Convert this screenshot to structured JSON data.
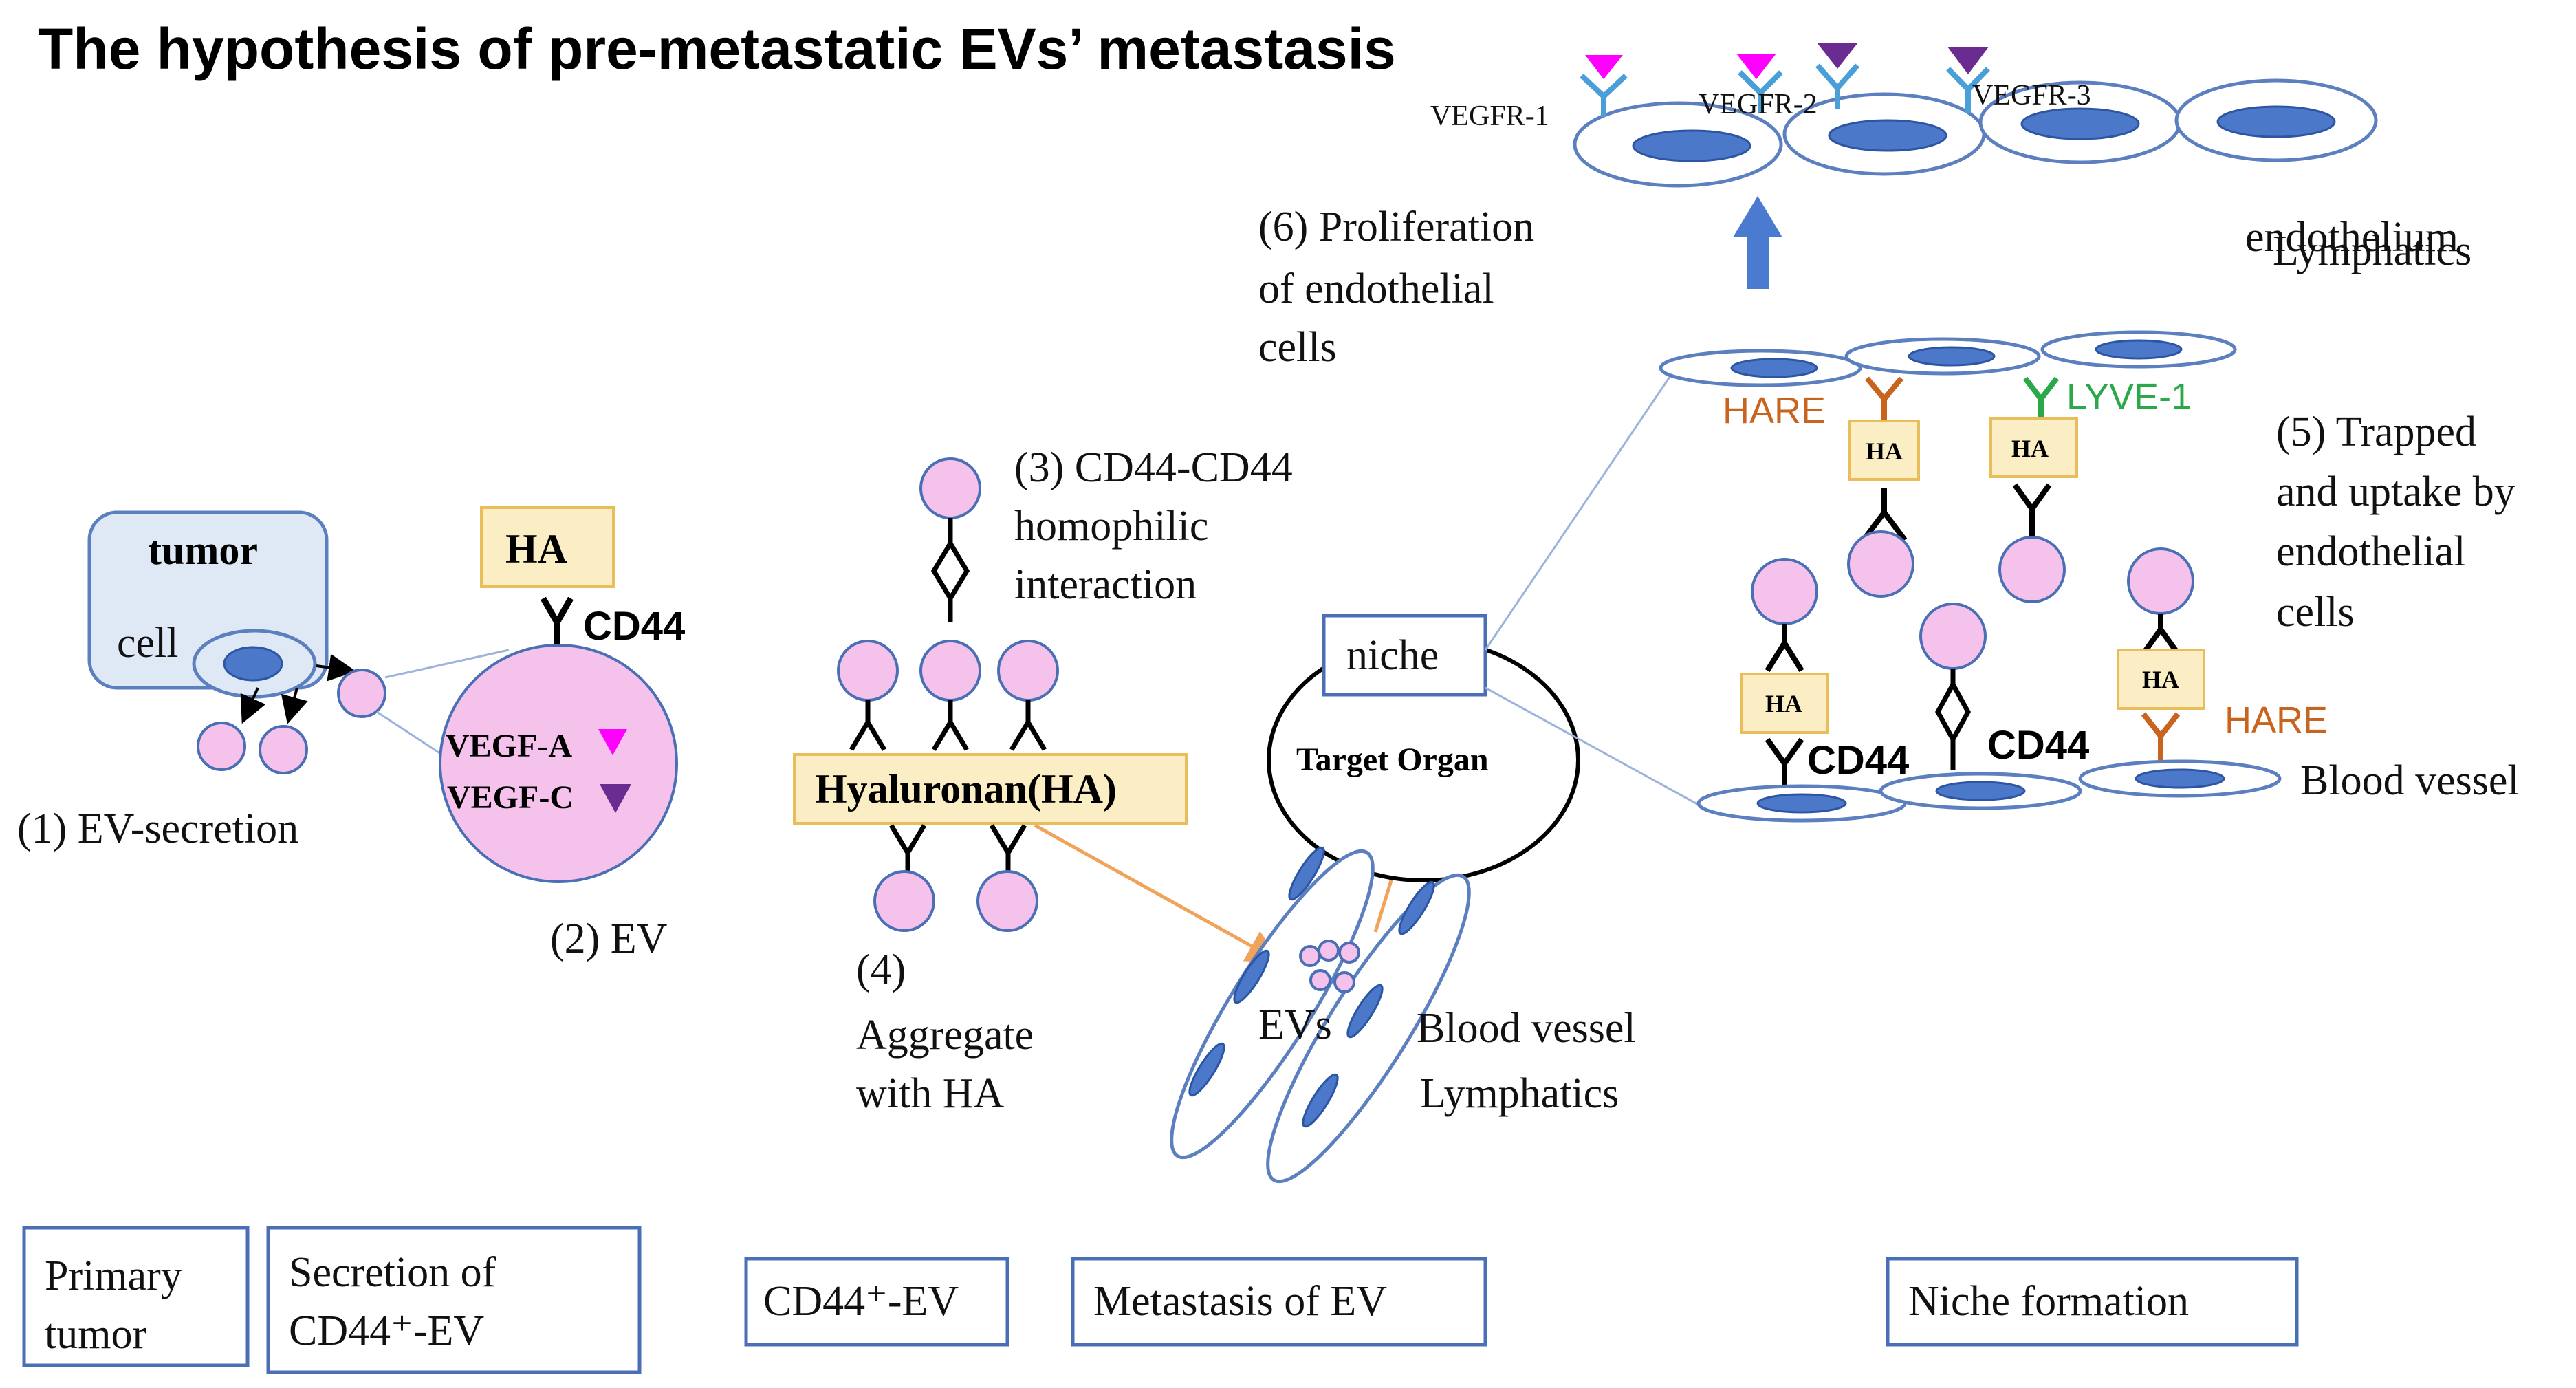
{
  "title": "The hypothesis of pre-metastatic EVs’ metastasis",
  "tumor": {
    "label": "tumor",
    "cell_label": "cell"
  },
  "steps": {
    "s1": "(1) EV-secretion",
    "s2": "(2) EV",
    "s3": [
      "(3) CD44-CD44",
      "homophilic",
      "interaction"
    ],
    "s4": [
      "(4)",
      "Aggregate",
      "with HA"
    ],
    "s5": [
      "(5) Trapped",
      "and uptake by",
      "endothelial",
      "cells"
    ],
    "s6": [
      "(6) Proliferation",
      "of endothelial",
      "cells"
    ]
  },
  "ev": {
    "ha": "HA",
    "cd44": "CD44",
    "vegf_a": "VEGF-A",
    "vegf_c": "VEGF-C"
  },
  "hyaluronan": "Hyaluronan(HA)",
  "organ": {
    "niche": "niche",
    "target": "Target Organ"
  },
  "vessel": {
    "evs": "EVs",
    "blood": "Blood vessel",
    "lymph": "Lymphatics"
  },
  "niche_detail": {
    "hare_top": "HARE",
    "lyve": "LYVE-1",
    "hare_bottom": "HARE",
    "ha": "HA",
    "cd44_a": "CD44",
    "cd44_b": "CD44",
    "endothelium": "endothelium",
    "lymphatics": "Lymphatics",
    "blood_vessel": "Blood vessel"
  },
  "receptors": {
    "r1": "VEGFR-1",
    "r2": "VEGFR-2",
    "r3": "VEGFR-3"
  },
  "bottom_boxes": {
    "primary": [
      "Primary",
      "tumor"
    ],
    "secretion": [
      "Secretion of",
      "CD44⁺-EV"
    ],
    "cd44ev": "CD44⁺-EV",
    "metastasis": "Metastasis of EV",
    "niche": "Niche formation"
  },
  "colors": {
    "ev_fill": "#f5c2ec",
    "nucleus": "#4b78c9",
    "magenta": "#ff00ff",
    "purple": "#6a2c91",
    "orange": "#c8641e",
    "green": "#2aa84a",
    "ha_box": "#fbedc4",
    "box_border": "#4a6fb5"
  }
}
